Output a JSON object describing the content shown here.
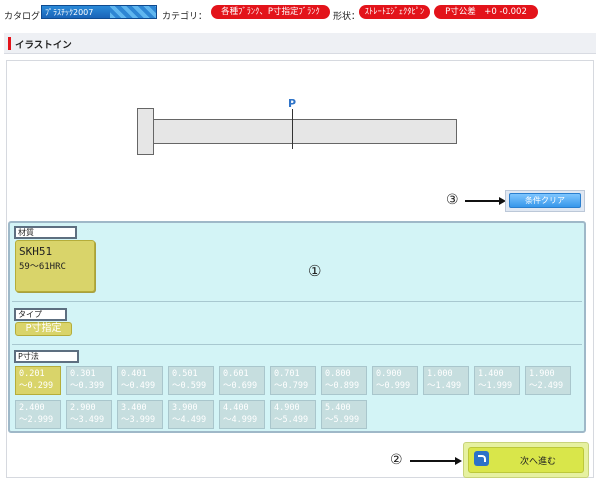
{
  "topbar": {
    "catalog_label": "カタログ：",
    "catalog_value": "ﾌﾟﾗｽﾁｯｸ2007",
    "category_label": "カテゴリ：",
    "category_value": "各種ﾌﾞﾗﾝｸ、P寸指定ﾌﾞﾗﾝｸ",
    "shape_label": "形状：",
    "shape_value": "ｽﾄﾚｰﾄｴｼﾞｪｸﾀﾋﾟﾝ",
    "tolerance_value": "P寸公差　+0 -0.002",
    "colors": {
      "badge_red": "#e3131a",
      "badge_blue": "#1a64b8"
    }
  },
  "section": {
    "title": "イラストイン"
  },
  "diagram": {
    "p_label": "P"
  },
  "annotations": {
    "one": "①",
    "two": "②",
    "three": "③"
  },
  "clear_button": {
    "label": "条件クリア"
  },
  "material": {
    "group_label": "材質",
    "line1": "SKH51",
    "line2": "59～61HRC"
  },
  "type": {
    "group_label": "タイプ",
    "option": "P寸指定"
  },
  "p_size": {
    "group_label": "P寸法",
    "options": [
      {
        "line1": "0.201",
        "line2": "～0.299",
        "selected": true
      },
      {
        "line1": "0.301",
        "line2": "～0.399",
        "selected": false
      },
      {
        "line1": "0.401",
        "line2": "～0.499",
        "selected": false
      },
      {
        "line1": "0.501",
        "line2": "～0.599",
        "selected": false
      },
      {
        "line1": "0.601",
        "line2": "～0.699",
        "selected": false
      },
      {
        "line1": "0.701",
        "line2": "～0.799",
        "selected": false
      },
      {
        "line1": "0.800",
        "line2": "～0.899",
        "selected": false
      },
      {
        "line1": "0.900",
        "line2": "～0.999",
        "selected": false
      },
      {
        "line1": "1.000",
        "line2": "～1.499",
        "selected": false
      },
      {
        "line1": "1.400",
        "line2": "～1.999",
        "selected": false
      },
      {
        "line1": "1.900",
        "line2": "～2.499",
        "selected": false
      },
      {
        "line1": "2.400",
        "line2": "～2.999",
        "selected": false
      },
      {
        "line1": "2.900",
        "line2": "～3.499",
        "selected": false
      },
      {
        "line1": "3.400",
        "line2": "～3.999",
        "selected": false
      },
      {
        "line1": "3.900",
        "line2": "～4.499",
        "selected": false
      },
      {
        "line1": "4.400",
        "line2": "～4.999",
        "selected": false
      },
      {
        "line1": "4.900",
        "line2": "～5.499",
        "selected": false
      },
      {
        "line1": "5.400",
        "line2": "～5.999",
        "selected": false
      }
    ]
  },
  "next_button": {
    "label": "次へ進む",
    "icon": "forward-arrow-icon"
  }
}
